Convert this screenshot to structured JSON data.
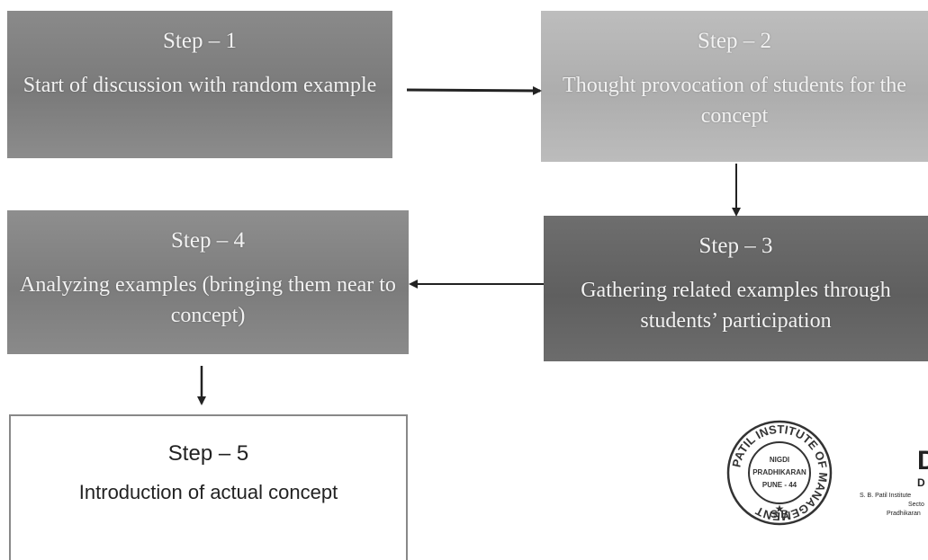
{
  "steps": [
    {
      "title": "Step – 1",
      "text": "Start of discussion with random example"
    },
    {
      "title": "Step – 2",
      "text": "Thought provocation of students for the concept"
    },
    {
      "title": "Step – 3",
      "text": "Gathering related examples through students’ participation"
    },
    {
      "title": "Step – 4",
      "text": "Analyzing examples (bringing them near to concept)"
    },
    {
      "title": "Step – 5",
      "text": "Introduction of actual concept"
    }
  ],
  "stamp": {
    "ring_text": "PATIL INSTITUTE OF MANAGEMENT",
    "center_line1": "NIGDI",
    "center_line2": "PRADHIKARAN",
    "center_line3": "PUNE - 44",
    "bottom_letters": "S B"
  },
  "signature": {
    "initial": "D",
    "line1": "D",
    "line2": "S. B. Patil Institute",
    "line3": "Secto",
    "line4": "Pradhikaran"
  }
}
